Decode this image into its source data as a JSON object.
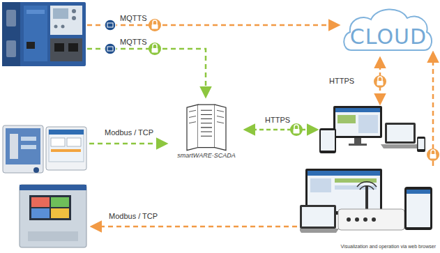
{
  "diagram": {
    "nodes": [
      {
        "text": [
          "CLOUD"
        ]
      },
      {
        "text": [
          "smartWARE·SCADA"
        ]
      },
      {
        "text": [
          "Visualization and operation via web browser"
        ]
      }
    ],
    "edges": [
      {
        "from": 2,
        "to": 0,
        "arrow": "to"
      }
    ],
    "labels": [
      "MQTTS",
      "MQTTS",
      "HTTPS",
      "HTTPS",
      "Modbus / TCP",
      "Modbus / TCP"
    ]
  }
}
